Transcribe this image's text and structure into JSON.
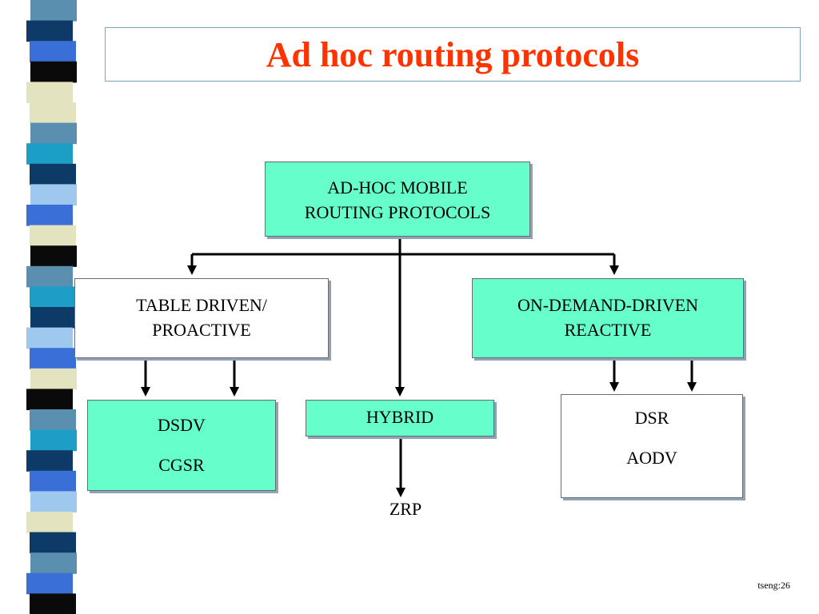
{
  "title": "Ad hoc routing protocols",
  "root": {
    "lines": [
      "AD-HOC MOBILE",
      "ROUTING PROTOCOLS"
    ]
  },
  "table_driven": {
    "lines": [
      "TABLE DRIVEN/",
      "PROACTIVE"
    ]
  },
  "on_demand": {
    "lines": [
      "ON-DEMAND-DRIVEN",
      "REACTIVE"
    ]
  },
  "proactive_protocols": {
    "lines": [
      "DSDV",
      "CGSR"
    ]
  },
  "hybrid": {
    "label": "HYBRID"
  },
  "reactive_protocols": {
    "lines": [
      "DSR",
      "AODV"
    ]
  },
  "hybrid_protocol": "ZRP",
  "footer": "tseng:26",
  "colors": {
    "title": "#ff3300",
    "teal_box": "#66ffcc",
    "white_box": "#ffffff",
    "strip": [
      "#5b8fb0",
      "#0d3a66",
      "#3a6fd8",
      "#0a0a0a",
      "#e3e3bf",
      "#1c9ec7",
      "#9ec8ee"
    ]
  }
}
